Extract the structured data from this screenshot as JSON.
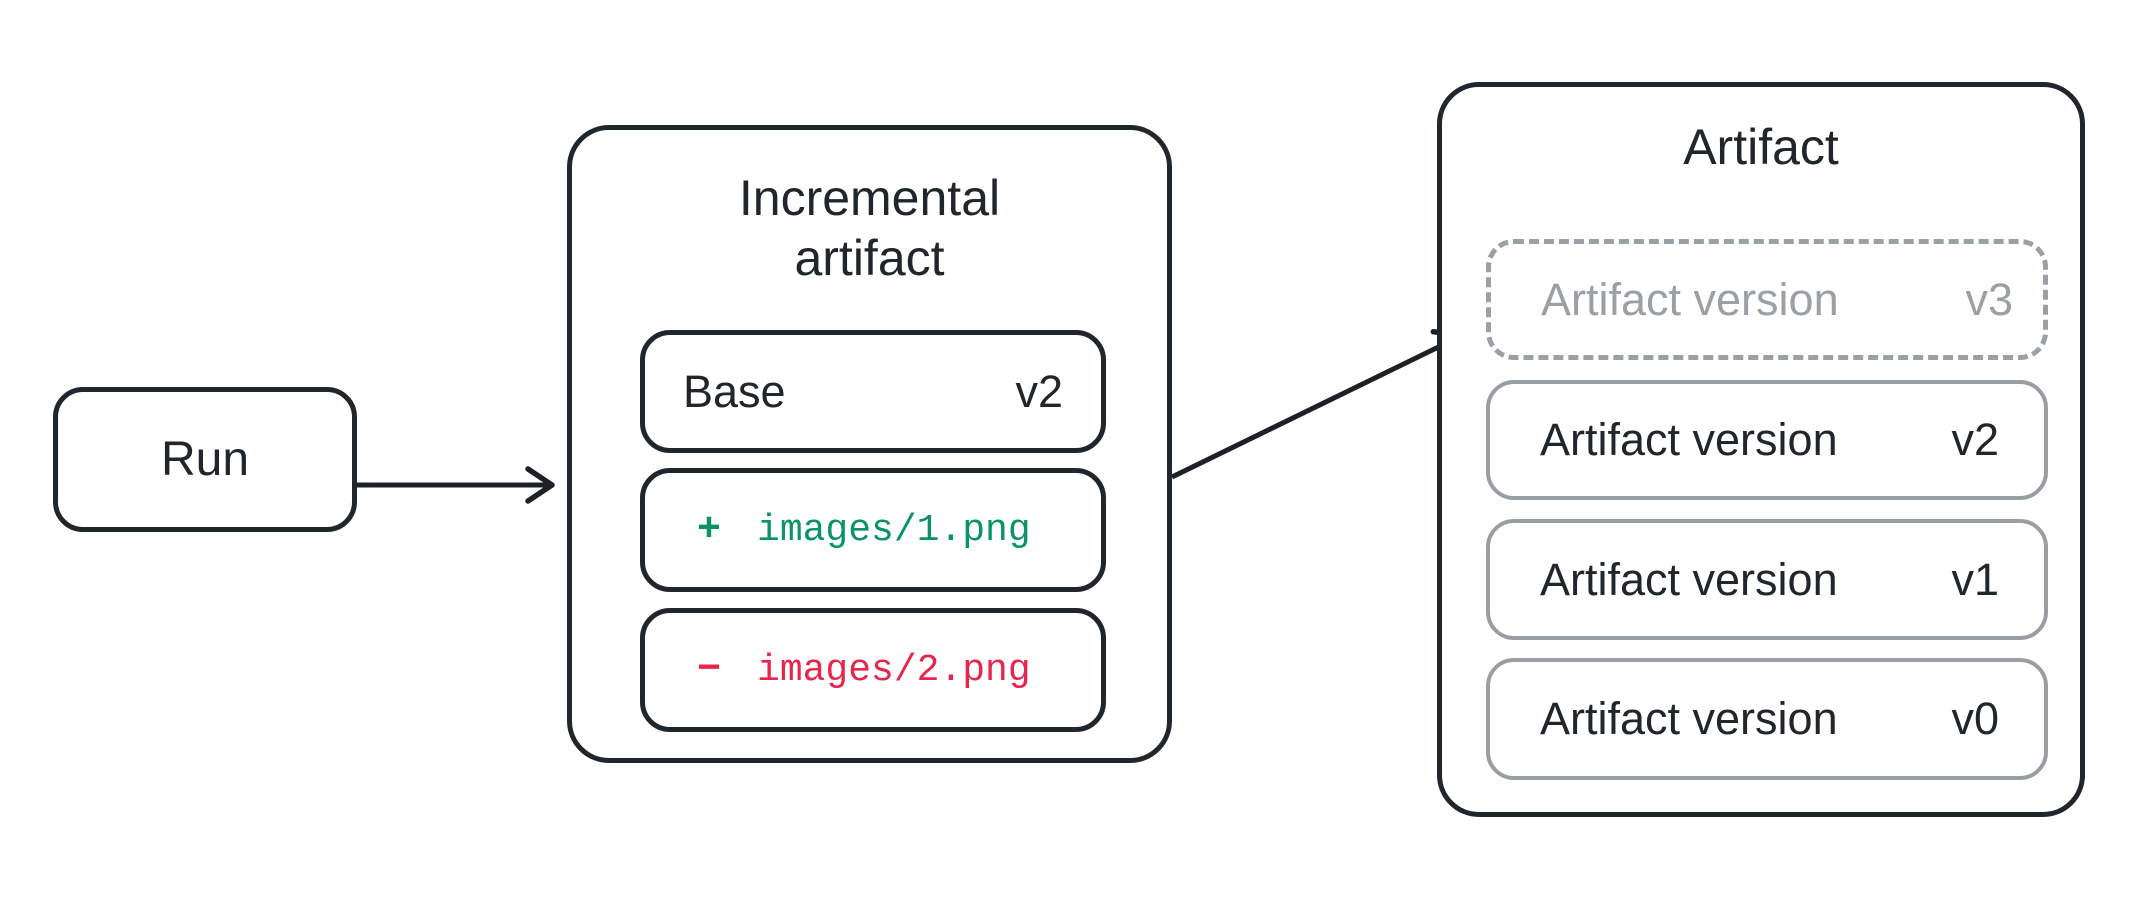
{
  "run": {
    "label": "Run"
  },
  "incremental": {
    "title": "Incremental artifact",
    "base": {
      "label": "Base",
      "version": "v2"
    },
    "added": {
      "symbol": "+",
      "path": "images/1.png"
    },
    "removed": {
      "symbol": "−",
      "path": "images/2.png"
    }
  },
  "artifact": {
    "title": "Artifact",
    "pending_version": {
      "label": "Artifact version",
      "version": "v3"
    },
    "versions": [
      {
        "label": "Artifact version",
        "version": "v2"
      },
      {
        "label": "Artifact version",
        "version": "v1"
      },
      {
        "label": "Artifact version",
        "version": "v0"
      }
    ]
  },
  "colors": {
    "dark": "#21262d",
    "added_green": "#0a9464",
    "removed_red": "#e8254b",
    "gray_border": "#9a9da2",
    "gray_text": "#9ba0a7"
  }
}
